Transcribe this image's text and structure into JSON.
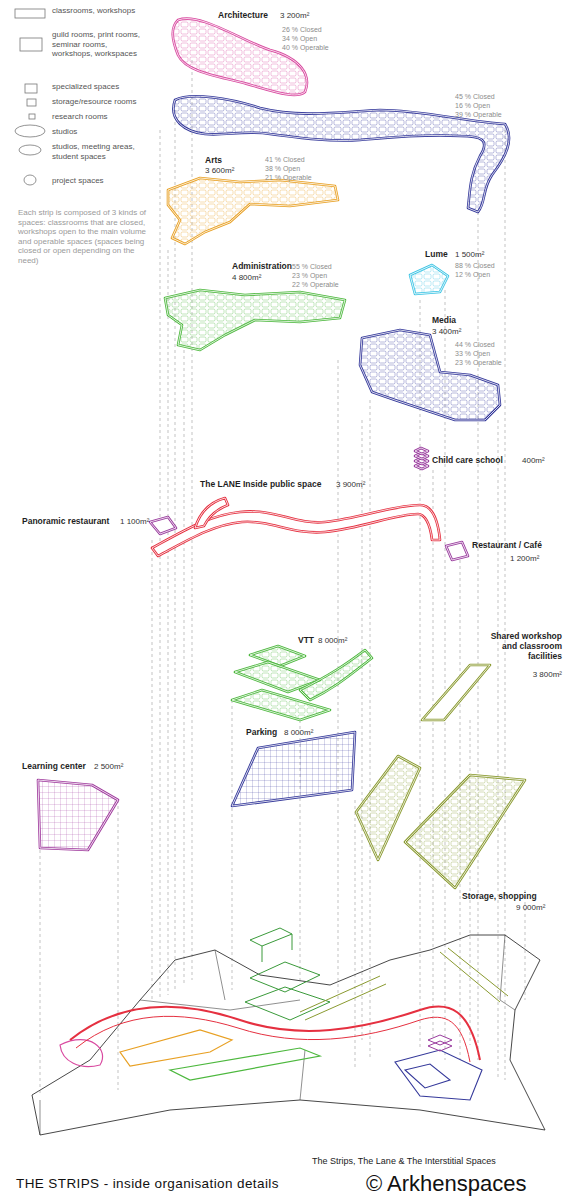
{
  "diagram": {
    "title": "THE STRIPS - inside organisation details",
    "nodes": [
      {
        "text": [
          "Architecture",
          "3 200m²",
          "26 % Closed",
          "34 % Open",
          "40 % Operable"
        ]
      },
      {
        "text": [
          "45 % Closed",
          "16 % Open",
          "39 % Operable"
        ]
      },
      {
        "text": [
          "Arts",
          "3 600m²",
          "41 % Closed",
          "38 % Open",
          "21 % Operable"
        ]
      },
      {
        "text": [
          "Lume",
          "1 500m²",
          "88 % Closed",
          "12 % Open"
        ]
      },
      {
        "text": [
          "Administration",
          "4 800m²",
          "55 % Closed",
          "23 % Open",
          "22 % Operable"
        ]
      },
      {
        "text": [
          "Media",
          "3 400m²",
          "44 % Closed",
          "33 % Open",
          "23 % Operable"
        ]
      },
      {
        "text": [
          "Child care school",
          "400m²"
        ]
      },
      {
        "text": [
          "The LANE Inside public space",
          "3 900m²"
        ]
      },
      {
        "text": [
          "Panoramic restaurant",
          "1 100m²"
        ]
      },
      {
        "text": [
          "Restaurant / Café",
          "1 200m²"
        ]
      },
      {
        "text": [
          "VTT",
          "8 000m²"
        ]
      },
      {
        "text": [
          "Shared workshop and classroom facilities",
          "3 800m²"
        ]
      },
      {
        "text": [
          "Parking",
          "8 000m²"
        ]
      },
      {
        "text": [
          "Storage, shopping",
          "9 000m²"
        ]
      },
      {
        "text": [
          "Learning center",
          "2 500m²"
        ]
      }
    ],
    "labels": [
      "Each strip is composed of 3 kinds of spaces: classrooms that are closed, workshops open to the main volume and operable spaces (spaces being closed or open depending on the need)",
      "The Strips, The Lane & The Interstitial Spaces",
      "© Arkhenspaces"
    ],
    "legend": [
      {
        "text": "classrooms, workshops"
      },
      {
        "text": "guild rooms, print rooms, seminar rooms, workshops, workspaces"
      },
      {
        "text": "specialized spaces"
      },
      {
        "text": "storage/resource rooms"
      },
      {
        "text": "research rooms"
      },
      {
        "text": "studios"
      },
      {
        "text": "studios, meeting areas, student spaces"
      },
      {
        "text": "project spaces"
      }
    ]
  }
}
